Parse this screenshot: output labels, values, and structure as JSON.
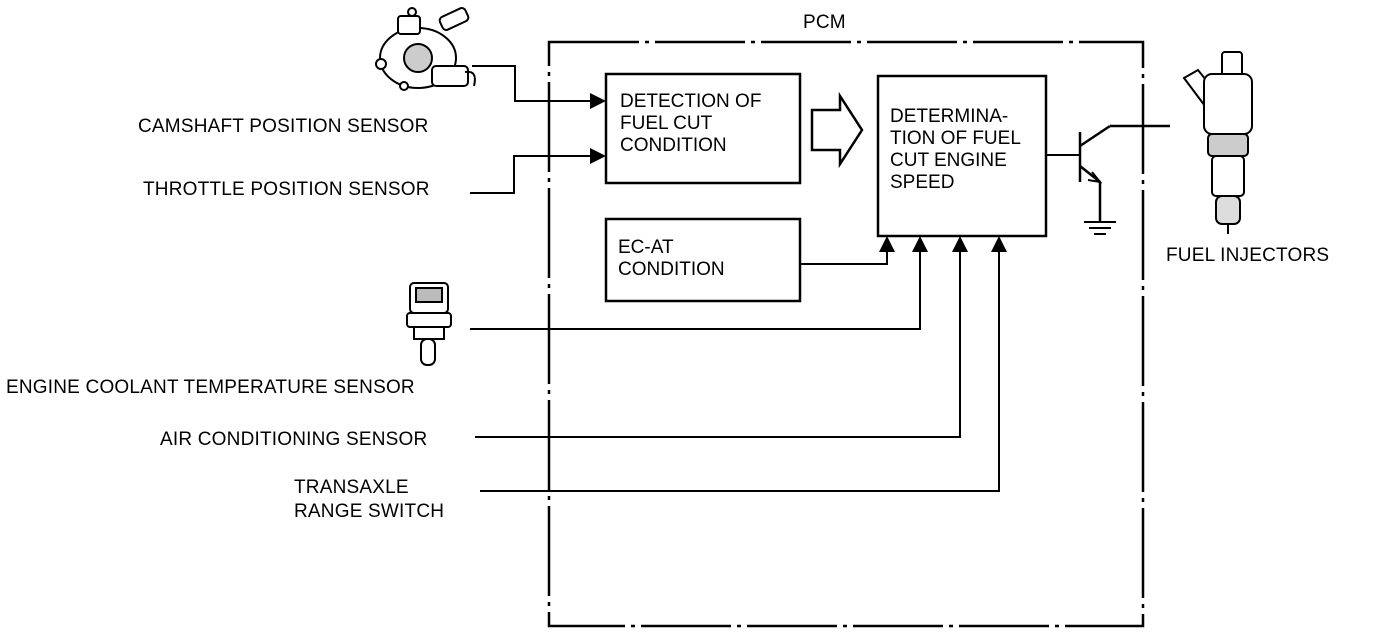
{
  "pcm": {
    "title": "PCM"
  },
  "blocks": {
    "detection": "DETECTION OF\nFUEL CUT\nCONDITION",
    "ecat": "EC-AT\nCONDITION",
    "determination": "DETERMINA-\nTION OF FUEL\nCUT ENGINE\nSPEED"
  },
  "inputs": {
    "camshaft": "CAMSHAFT POSITION SENSOR",
    "throttle": "THROTTLE POSITION SENSOR",
    "coolant": "ENGINE COOLANT TEMPERATURE SENSOR",
    "aircon": "AIR CONDITIONING SENSOR",
    "transaxle_line1": "TRANSAXLE",
    "transaxle_line2": "RANGE SWITCH"
  },
  "outputs": {
    "injectors": "FUEL INJECTORS"
  },
  "icons": [
    "camshaft-sensor-icon",
    "coolant-sensor-icon",
    "fuel-injector-icon",
    "transistor-icon",
    "ground-icon",
    "flow-arrow-icon"
  ]
}
